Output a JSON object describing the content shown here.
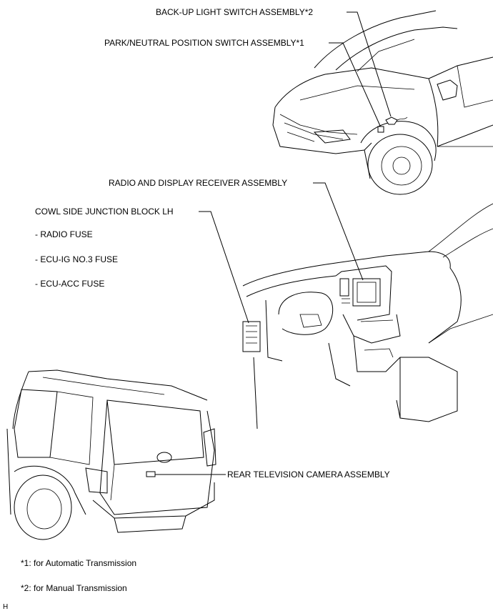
{
  "labels": {
    "backup": "BACK-UP LIGHT SWITCH ASSEMBLY*2",
    "park": "PARK/NEUTRAL POSITION SWITCH ASSEMBLY*1",
    "radio_receiver": "RADIO AND DISPLAY RECEIVER ASSEMBLY",
    "cowl": "COWL SIDE JUNCTION BLOCK LH",
    "fuse_radio": "- RADIO FUSE",
    "fuse_ecuig": "- ECU-IG NO.3 FUSE",
    "fuse_ecuacc": "- ECU-ACC FUSE",
    "camera": "REAR TELEVISION CAMERA ASSEMBLY"
  },
  "notes": {
    "note1": "*1: for Automatic Transmission",
    "note2": "*2: for Manual Transmission"
  },
  "corner_mark": "H"
}
